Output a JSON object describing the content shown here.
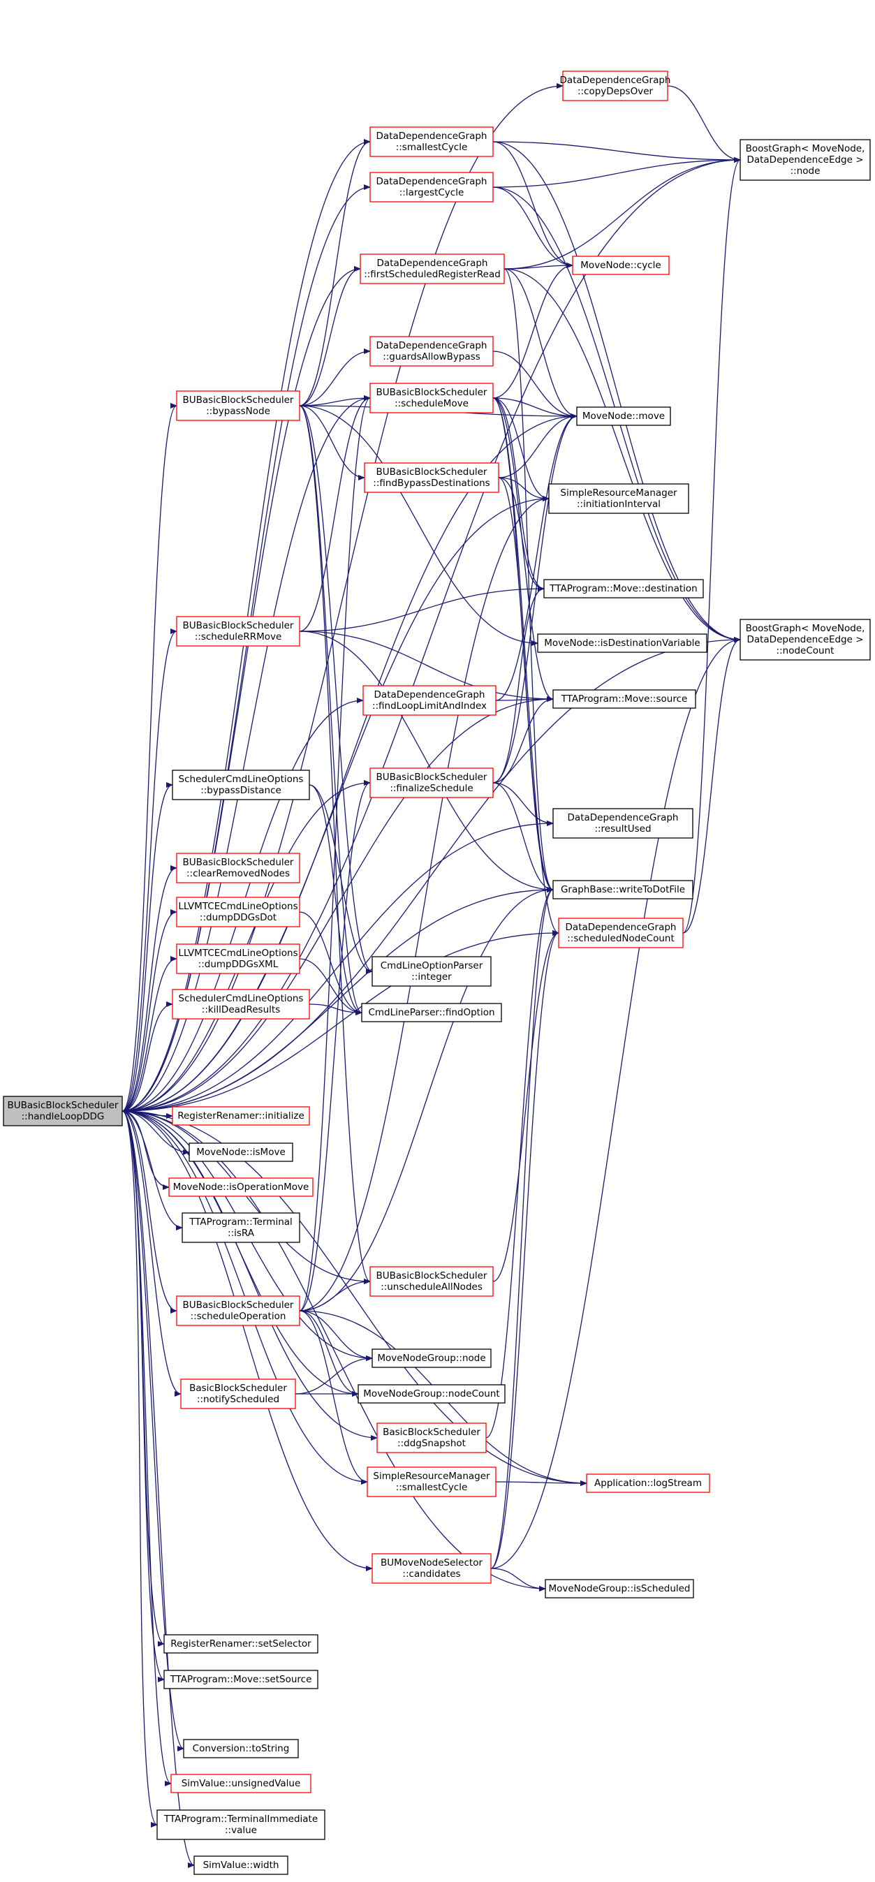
{
  "colors": {
    "edge": "#191970",
    "root_fill": "#bfbfbf",
    "root_border": "#000000",
    "node_fill": "#ffffff",
    "node_border_black": "#000000",
    "node_border_red": "#ff0000"
  },
  "root": {
    "label": [
      "BUBasicBlockScheduler",
      "::handleLoopDDG"
    ]
  },
  "nodes": [
    {
      "id": "copyDeps",
      "label": [
        "DataDependenceGraph",
        "::copyDepsOver"
      ],
      "border": "red"
    },
    {
      "id": "bgNode",
      "label": [
        "BoostGraph< MoveNode,",
        "DataDependenceEdge >",
        "::node"
      ],
      "border": "black"
    },
    {
      "id": "smallestCycle",
      "label": [
        "DataDependenceGraph",
        "::smallestCycle"
      ],
      "border": "red"
    },
    {
      "id": "largestCycle",
      "label": [
        "DataDependenceGraph",
        "::largestCycle"
      ],
      "border": "red"
    },
    {
      "id": "firstSched",
      "label": [
        "DataDependenceGraph",
        "::firstScheduledRegisterRead"
      ],
      "border": "red"
    },
    {
      "id": "mnCycle",
      "label": [
        "MoveNode::cycle"
      ],
      "border": "red"
    },
    {
      "id": "guards",
      "label": [
        "DataDependenceGraph",
        "::guardsAllowBypass"
      ],
      "border": "red"
    },
    {
      "id": "bypassNode",
      "label": [
        "BUBasicBlockScheduler",
        "::bypassNode"
      ],
      "border": "red"
    },
    {
      "id": "scheduleMove",
      "label": [
        "BUBasicBlockScheduler",
        "::scheduleMove"
      ],
      "border": "red"
    },
    {
      "id": "mnMove",
      "label": [
        "MoveNode::move"
      ],
      "border": "black"
    },
    {
      "id": "findBypass",
      "label": [
        "BUBasicBlockScheduler",
        "::findBypassDestinations"
      ],
      "border": "red"
    },
    {
      "id": "srmII",
      "label": [
        "SimpleResourceManager",
        "::initiationInterval"
      ],
      "border": "black"
    },
    {
      "id": "ttaDest",
      "label": [
        "TTAProgram::Move::destination"
      ],
      "border": "black"
    },
    {
      "id": "scheduleRR",
      "label": [
        "BUBasicBlockScheduler",
        "::scheduleRRMove"
      ],
      "border": "red"
    },
    {
      "id": "isDestVar",
      "label": [
        "MoveNode::isDestinationVariable"
      ],
      "border": "black"
    },
    {
      "id": "bgNodeCount",
      "label": [
        "BoostGraph< MoveNode,",
        "DataDependenceEdge >",
        "::nodeCount"
      ],
      "border": "black"
    },
    {
      "id": "findLoop",
      "label": [
        "DataDependenceGraph",
        "::findLoopLimitAndIndex"
      ],
      "border": "red"
    },
    {
      "id": "ttaSource",
      "label": [
        "TTAProgram::Move::source"
      ],
      "border": "black"
    },
    {
      "id": "schedBypassDist",
      "label": [
        "SchedulerCmdLineOptions",
        "::bypassDistance"
      ],
      "border": "black"
    },
    {
      "id": "finalize",
      "label": [
        "BUBasicBlockScheduler",
        "::finalizeSchedule"
      ],
      "border": "red"
    },
    {
      "id": "resultUsed",
      "label": [
        "DataDependenceGraph",
        "::resultUsed"
      ],
      "border": "black"
    },
    {
      "id": "clearRemoved",
      "label": [
        "BUBasicBlockScheduler",
        "::clearRemovedNodes"
      ],
      "border": "red"
    },
    {
      "id": "writeDot",
      "label": [
        "GraphBase::writeToDotFile"
      ],
      "border": "black"
    },
    {
      "id": "dumpDot",
      "label": [
        "LLVMTCECmdLineOptions",
        "::dumpDDGsDot"
      ],
      "border": "red"
    },
    {
      "id": "schedNodeCount",
      "label": [
        "DataDependenceGraph",
        "::scheduledNodeCount"
      ],
      "border": "red"
    },
    {
      "id": "cmdInteger",
      "label": [
        "CmdLineOptionParser",
        "::integer"
      ],
      "border": "black"
    },
    {
      "id": "dumpXML",
      "label": [
        "LLVMTCECmdLineOptions",
        "::dumpDDGsXML"
      ],
      "border": "red"
    },
    {
      "id": "killDead",
      "label": [
        "SchedulerCmdLineOptions",
        "::killDeadResults"
      ],
      "border": "red"
    },
    {
      "id": "findOption",
      "label": [
        "CmdLineParser::findOption"
      ],
      "border": "black"
    },
    {
      "id": "rrInit",
      "label": [
        "RegisterRenamer::initialize"
      ],
      "border": "red"
    },
    {
      "id": "isMove",
      "label": [
        "MoveNode::isMove"
      ],
      "border": "black"
    },
    {
      "id": "isOpMove",
      "label": [
        "MoveNode::isOperationMove"
      ],
      "border": "red"
    },
    {
      "id": "isRA",
      "label": [
        "TTAProgram::Terminal",
        "::isRA"
      ],
      "border": "black"
    },
    {
      "id": "unschedAll",
      "label": [
        "BUBasicBlockScheduler",
        "::unscheduleAllNodes"
      ],
      "border": "red"
    },
    {
      "id": "schedOp",
      "label": [
        "BUBasicBlockScheduler",
        "::scheduleOperation"
      ],
      "border": "red"
    },
    {
      "id": "mngNode",
      "label": [
        "MoveNodeGroup::node"
      ],
      "border": "black"
    },
    {
      "id": "notify",
      "label": [
        "BasicBlockScheduler",
        "::notifyScheduled"
      ],
      "border": "red"
    },
    {
      "id": "mngCount",
      "label": [
        "MoveNodeGroup::nodeCount"
      ],
      "border": "black"
    },
    {
      "id": "ddgSnap",
      "label": [
        "BasicBlockScheduler",
        "::ddgSnapshot"
      ],
      "border": "red"
    },
    {
      "id": "srmSmallest",
      "label": [
        "SimpleResourceManager",
        "::smallestCycle"
      ],
      "border": "red"
    },
    {
      "id": "logStream",
      "label": [
        "Application::logStream"
      ],
      "border": "red"
    },
    {
      "id": "candidates",
      "label": [
        "BUMoveNodeSelector",
        "::candidates"
      ],
      "border": "red"
    },
    {
      "id": "mngSched",
      "label": [
        "MoveNodeGroup::isScheduled"
      ],
      "border": "black"
    },
    {
      "id": "rrSetSel",
      "label": [
        "RegisterRenamer::setSelector"
      ],
      "border": "black"
    },
    {
      "id": "setSource",
      "label": [
        "TTAProgram::Move::setSource"
      ],
      "border": "black"
    },
    {
      "id": "toString",
      "label": [
        "Conversion::toString"
      ],
      "border": "black"
    },
    {
      "id": "unsignedValue",
      "label": [
        "SimValue::unsignedValue"
      ],
      "border": "red"
    },
    {
      "id": "termImm",
      "label": [
        "TTAProgram::TerminalImmediate",
        "::value"
      ],
      "border": "black"
    },
    {
      "id": "simWidth",
      "label": [
        "SimValue::width"
      ],
      "border": "black"
    }
  ],
  "edges": [
    [
      "root",
      "copyDeps"
    ],
    [
      "root",
      "bgNode"
    ],
    [
      "root",
      "smallestCycle"
    ],
    [
      "root",
      "largestCycle"
    ],
    [
      "root",
      "firstSched"
    ],
    [
      "root",
      "bypassNode"
    ],
    [
      "root",
      "scheduleMove"
    ],
    [
      "root",
      "mnMove"
    ],
    [
      "root",
      "srmII"
    ],
    [
      "root",
      "scheduleRR"
    ],
    [
      "root",
      "findLoop"
    ],
    [
      "root",
      "finalize"
    ],
    [
      "root",
      "schedBypassDist"
    ],
    [
      "root",
      "clearRemoved"
    ],
    [
      "root",
      "dumpDot"
    ],
    [
      "root",
      "dumpXML"
    ],
    [
      "root",
      "killDead"
    ],
    [
      "root",
      "writeDot"
    ],
    [
      "root",
      "resultUsed"
    ],
    [
      "root",
      "ttaSource"
    ],
    [
      "root",
      "rrInit"
    ],
    [
      "root",
      "isMove"
    ],
    [
      "root",
      "isOpMove"
    ],
    [
      "root",
      "isRA"
    ],
    [
      "root",
      "unschedAll"
    ],
    [
      "root",
      "schedOp"
    ],
    [
      "root",
      "mngNode"
    ],
    [
      "root",
      "notify"
    ],
    [
      "root",
      "mngCount"
    ],
    [
      "root",
      "ddgSnap"
    ],
    [
      "root",
      "srmSmallest"
    ],
    [
      "root",
      "logStream"
    ],
    [
      "root",
      "candidates"
    ],
    [
      "root",
      "mngSched"
    ],
    [
      "root",
      "rrSetSel"
    ],
    [
      "root",
      "setSource"
    ],
    [
      "root",
      "toString"
    ],
    [
      "root",
      "unsignedValue"
    ],
    [
      "root",
      "termImm"
    ],
    [
      "root",
      "simWidth"
    ],
    [
      "root",
      "bgNodeCount"
    ],
    [
      "root",
      "schedNodeCount"
    ],
    [
      "copyDeps",
      "bgNode"
    ],
    [
      "smallestCycle",
      "bgNode"
    ],
    [
      "smallestCycle",
      "mnCycle"
    ],
    [
      "smallestCycle",
      "bgNodeCount"
    ],
    [
      "largestCycle",
      "bgNode"
    ],
    [
      "largestCycle",
      "mnCycle"
    ],
    [
      "largestCycle",
      "bgNodeCount"
    ],
    [
      "firstSched",
      "mnCycle"
    ],
    [
      "firstSched",
      "bgNode"
    ],
    [
      "firstSched",
      "mnMove"
    ],
    [
      "firstSched",
      "bgNodeCount"
    ],
    [
      "firstSched",
      "writeDot"
    ],
    [
      "guards",
      "mnMove"
    ],
    [
      "bypassNode",
      "smallestCycle"
    ],
    [
      "bypassNode",
      "firstSched"
    ],
    [
      "bypassNode",
      "guards"
    ],
    [
      "bypassNode",
      "scheduleMove"
    ],
    [
      "bypassNode",
      "findBypass"
    ],
    [
      "bypassNode",
      "mnMove"
    ],
    [
      "bypassNode",
      "isDestVar"
    ],
    [
      "bypassNode",
      "cmdInteger"
    ],
    [
      "bypassNode",
      "findOption"
    ],
    [
      "bypassNode",
      "unschedAll"
    ],
    [
      "scheduleMove",
      "mnCycle"
    ],
    [
      "scheduleMove",
      "mnMove"
    ],
    [
      "scheduleMove",
      "srmII"
    ],
    [
      "scheduleMove",
      "ttaDest"
    ],
    [
      "scheduleMove",
      "ttaSource"
    ],
    [
      "scheduleMove",
      "writeDot"
    ],
    [
      "scheduleMove",
      "schedNodeCount"
    ],
    [
      "findBypass",
      "mnMove"
    ],
    [
      "findBypass",
      "srmII"
    ],
    [
      "findBypass",
      "ttaDest"
    ],
    [
      "findBypass",
      "writeDot"
    ],
    [
      "scheduleRR",
      "scheduleMove"
    ],
    [
      "scheduleRR",
      "ttaDest"
    ],
    [
      "scheduleRR",
      "ttaSource"
    ],
    [
      "scheduleRR",
      "writeDot"
    ],
    [
      "findLoop",
      "ttaSource"
    ],
    [
      "findLoop",
      "mnMove"
    ],
    [
      "schedBypassDist",
      "cmdInteger"
    ],
    [
      "schedBypassDist",
      "findOption"
    ],
    [
      "finalize",
      "mnMove"
    ],
    [
      "finalize",
      "ttaDest"
    ],
    [
      "finalize",
      "ttaSource"
    ],
    [
      "finalize",
      "resultUsed"
    ],
    [
      "finalize",
      "writeDot"
    ],
    [
      "dumpDot",
      "findOption"
    ],
    [
      "dumpXML",
      "findOption"
    ],
    [
      "killDead",
      "findOption"
    ],
    [
      "schedNodeCount",
      "bgNode"
    ],
    [
      "schedNodeCount",
      "bgNodeCount"
    ],
    [
      "unschedAll",
      "schedNodeCount"
    ],
    [
      "schedOp",
      "unschedAll"
    ],
    [
      "schedOp",
      "mngNode"
    ],
    [
      "schedOp",
      "mngCount"
    ],
    [
      "schedOp",
      "srmSmallest"
    ],
    [
      "schedOp",
      "logStream"
    ],
    [
      "schedOp",
      "scheduleMove"
    ],
    [
      "schedOp",
      "finalize"
    ],
    [
      "schedOp",
      "writeDot"
    ],
    [
      "schedOp",
      "srmII"
    ],
    [
      "notify",
      "mngNode"
    ],
    [
      "notify",
      "mngCount"
    ],
    [
      "ddgSnap",
      "writeDot"
    ],
    [
      "srmSmallest",
      "logStream"
    ],
    [
      "candidates",
      "mngSched"
    ],
    [
      "candidates",
      "bgNodeCount"
    ],
    [
      "candidates",
      "writeDot"
    ],
    [
      "candidates",
      "schedNodeCount"
    ]
  ]
}
